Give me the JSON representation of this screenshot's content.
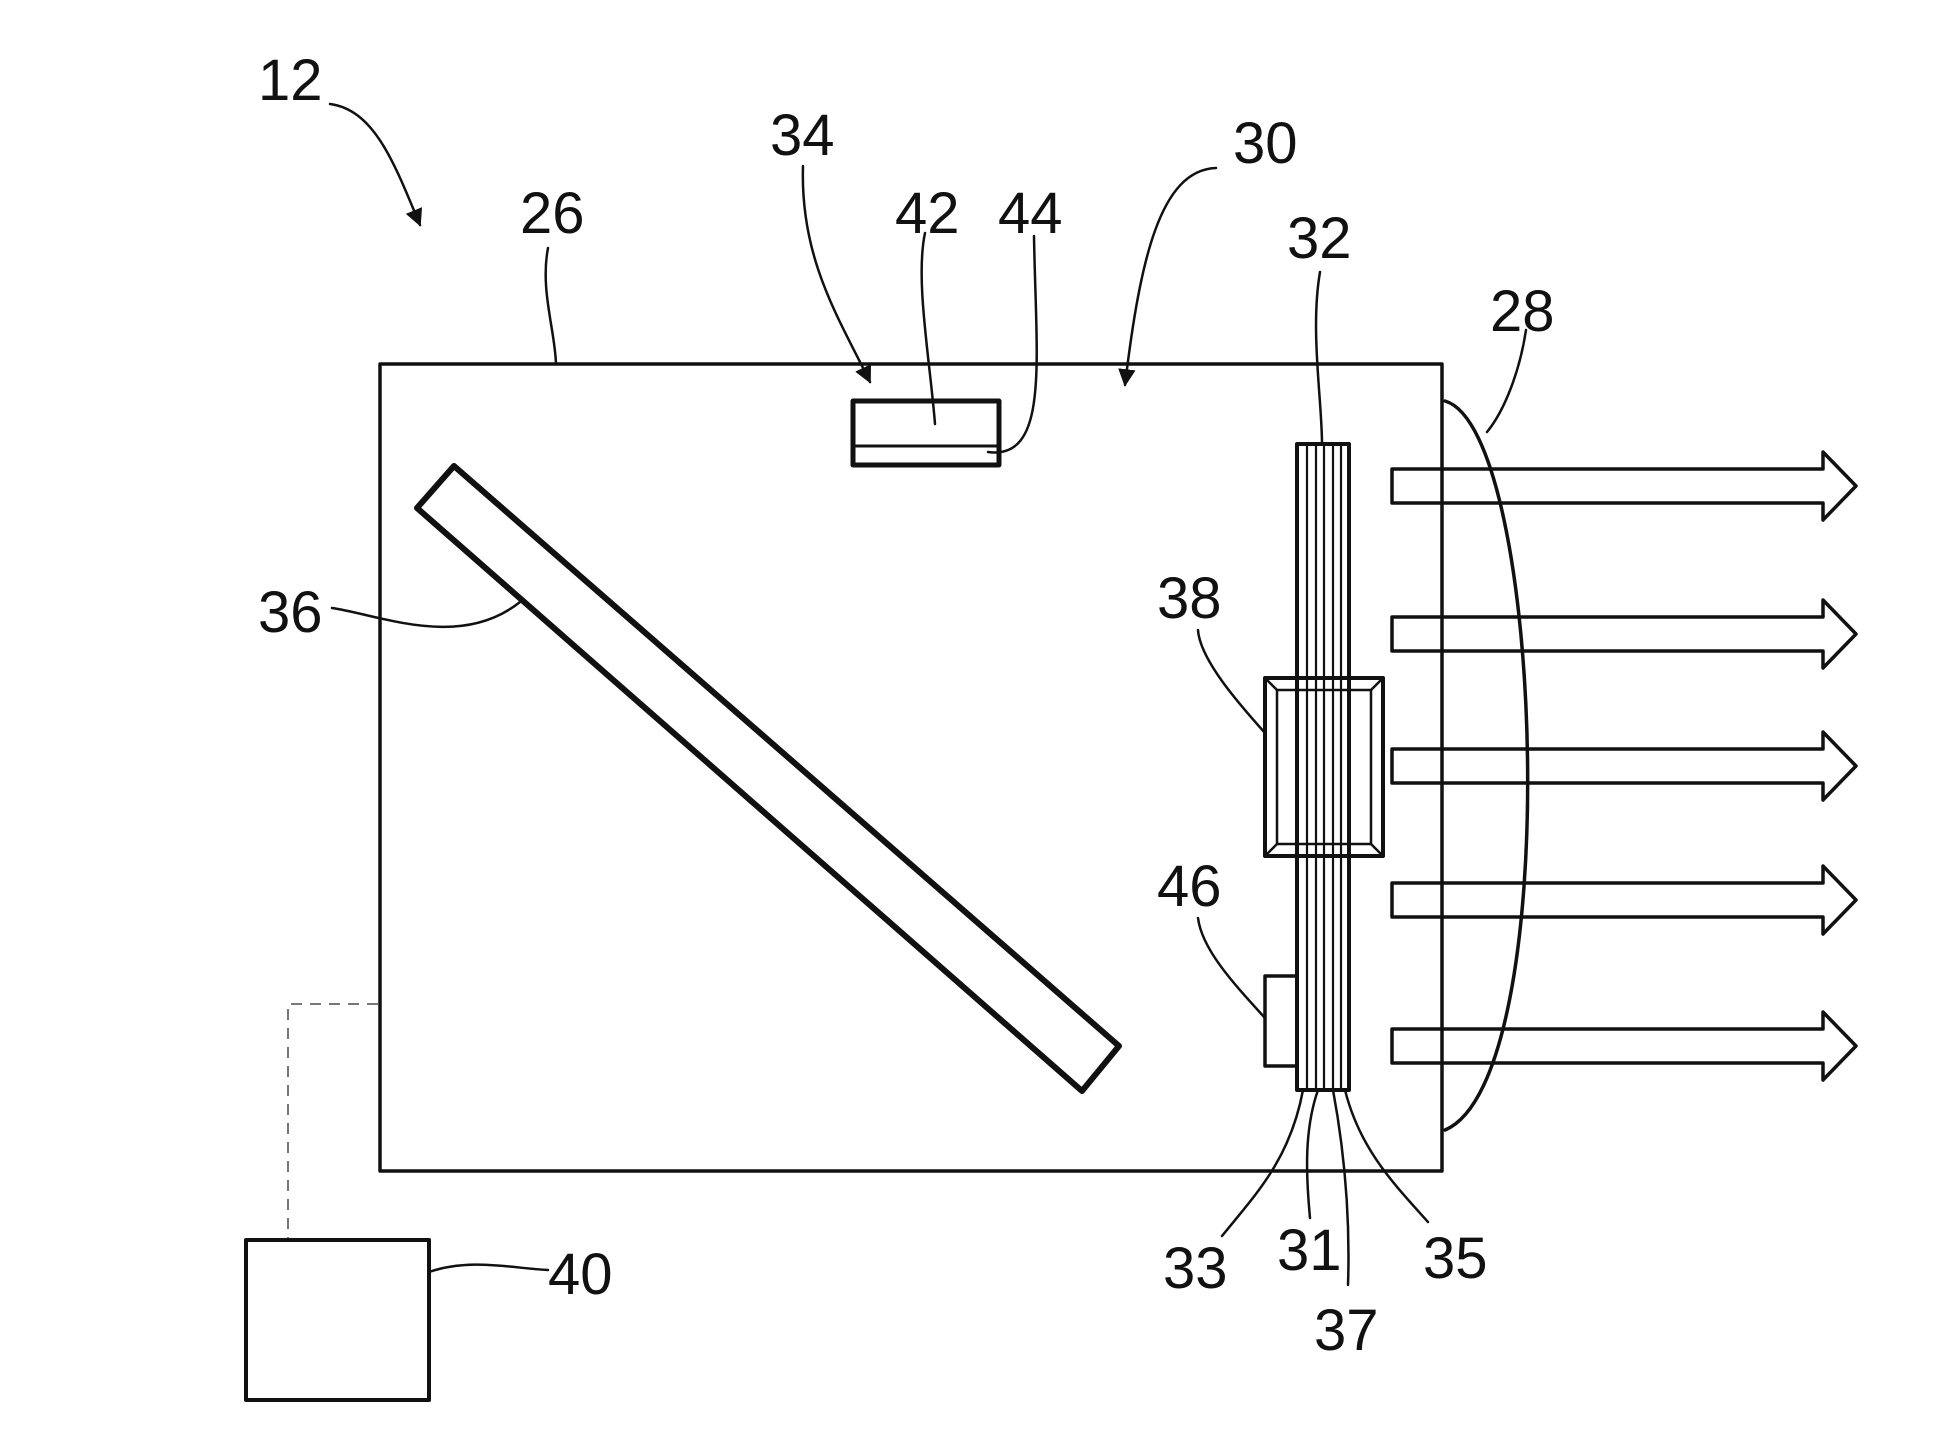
{
  "figure": {
    "reference_numerals": {
      "device": "12",
      "housing": "26",
      "lens": "28",
      "assembly": "30",
      "panel": "32",
      "layer_31": "31",
      "layer_33": "33",
      "layer_35": "35",
      "layer_37": "37",
      "sensor_34": "34",
      "mirror_36": "36",
      "module_38": "38",
      "controller_40": "40",
      "element_42": "42",
      "element_44": "44",
      "element_46": "46"
    },
    "emitted_arrow_count": 5
  },
  "colors": {
    "line": "#111111",
    "background": "#ffffff",
    "dashed_link": "#777777"
  }
}
